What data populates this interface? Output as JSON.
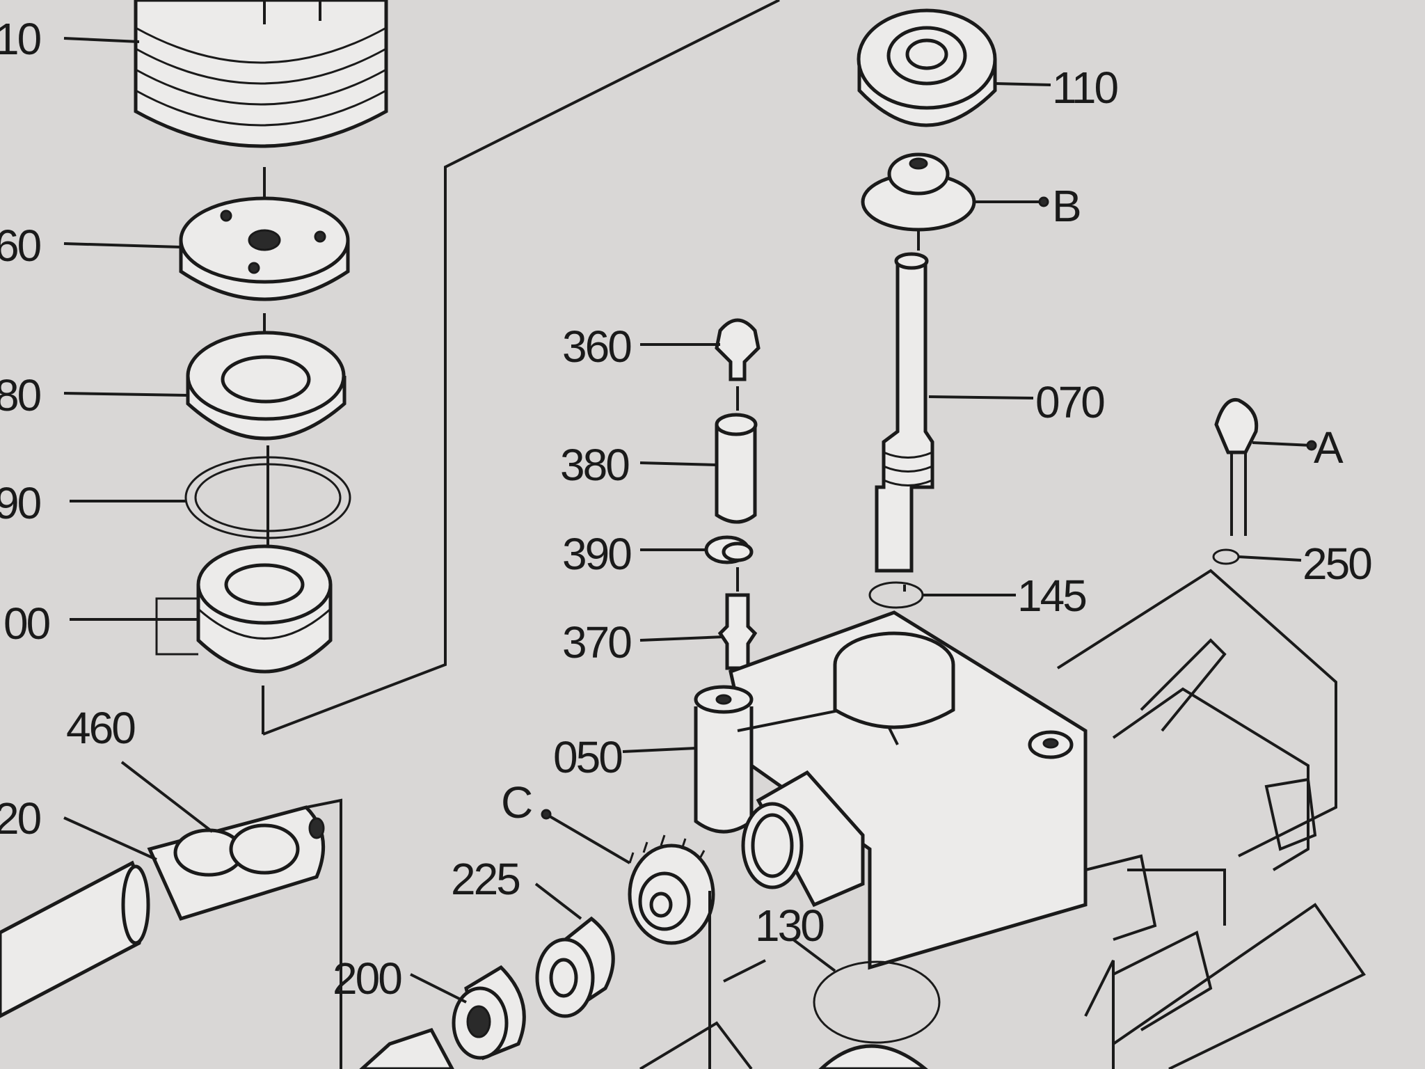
{
  "diagram": {
    "callouts": [
      {
        "id": "010",
        "text": "10"
      },
      {
        "id": "060",
        "text": "60"
      },
      {
        "id": "080",
        "text": "80"
      },
      {
        "id": "090",
        "text": "90"
      },
      {
        "id": "100",
        "text": "00"
      },
      {
        "id": "460",
        "text": "460"
      },
      {
        "id": "420",
        "text": "20"
      },
      {
        "id": "110",
        "text": "110"
      },
      {
        "id": "B",
        "text": "B"
      },
      {
        "id": "070",
        "text": "070"
      },
      {
        "id": "A",
        "text": "A"
      },
      {
        "id": "250",
        "text": "250"
      },
      {
        "id": "145",
        "text": "145"
      },
      {
        "id": "360",
        "text": "360"
      },
      {
        "id": "380",
        "text": "380"
      },
      {
        "id": "390",
        "text": "390"
      },
      {
        "id": "370",
        "text": "370"
      },
      {
        "id": "050",
        "text": "050"
      },
      {
        "id": "C",
        "text": "C"
      },
      {
        "id": "225",
        "text": "225"
      },
      {
        "id": "130",
        "text": "130"
      },
      {
        "id": "200",
        "text": "200"
      }
    ]
  }
}
